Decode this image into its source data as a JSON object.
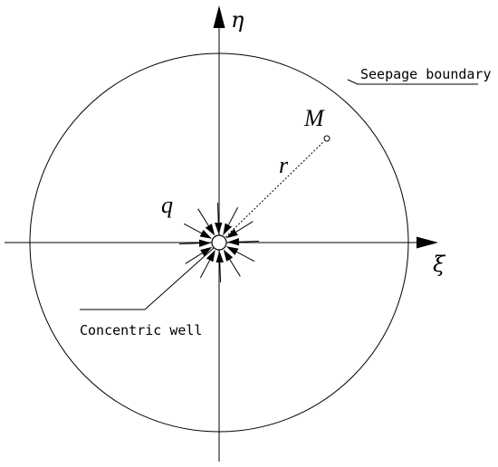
{
  "diagram": {
    "boundary_label": "Seepage boundary",
    "well_label": "Concentric well",
    "horizontal_axis_label": "ξ",
    "vertical_axis_label": "η",
    "point_label": "M",
    "radius_label": "r",
    "flow_label": "q",
    "line_color": "#000000",
    "background_color": "#ffffff",
    "inflow_arrow_count": 12
  }
}
